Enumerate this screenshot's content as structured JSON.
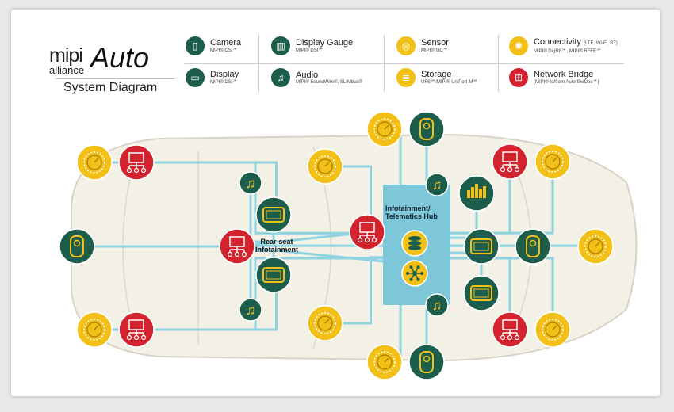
{
  "logo": {
    "mipi": "mipi",
    "alliance": "alliance",
    "auto": "Auto",
    "subtitle": "System Diagram"
  },
  "legend": [
    {
      "title": "Camera",
      "sub": "MIPI® CSI℠",
      "color": "#1d5d4b",
      "icon": "camera-icon"
    },
    {
      "title": "Display",
      "sub": "MIPI® DSI℠",
      "color": "#1d5d4b",
      "icon": "display-icon"
    },
    {
      "title": "Display Gauge",
      "sub": "MIPI® DSI℠",
      "color": "#1d5d4b",
      "icon": "display-gauge-icon"
    },
    {
      "title": "Audio",
      "sub": "MIPI® SoundWire®, SLIMbus®",
      "color": "#1d5d4b",
      "icon": "audio-icon"
    },
    {
      "title": "Sensor",
      "sub": "MIPI® I3C℠",
      "color": "#f2c017",
      "icon": "sensor-icon"
    },
    {
      "title": "Storage",
      "sub": "UFS℠/MIPI® UniPort-M℠",
      "color": "#f2c017",
      "icon": "storage-icon"
    },
    {
      "title": "Connectivity",
      "note": "(LTE, Wi-Fi, BT)",
      "sub": "MIPI® DigRF℠, MIPI® RFFE℠",
      "color": "#f2c017",
      "icon": "connectivity-icon"
    },
    {
      "title": "Network Bridge",
      "sub": "(MIPI® to/from Auto SerDes℠)",
      "color": "#d2232e",
      "icon": "network-bridge-icon"
    }
  ],
  "diagram": {
    "hub_label": "Infotainment/ Telematics Hub",
    "rear_label": "Rear-seat Infotainment",
    "line_color": "#8fd2e0",
    "hub_color": "#7dc7d9"
  }
}
